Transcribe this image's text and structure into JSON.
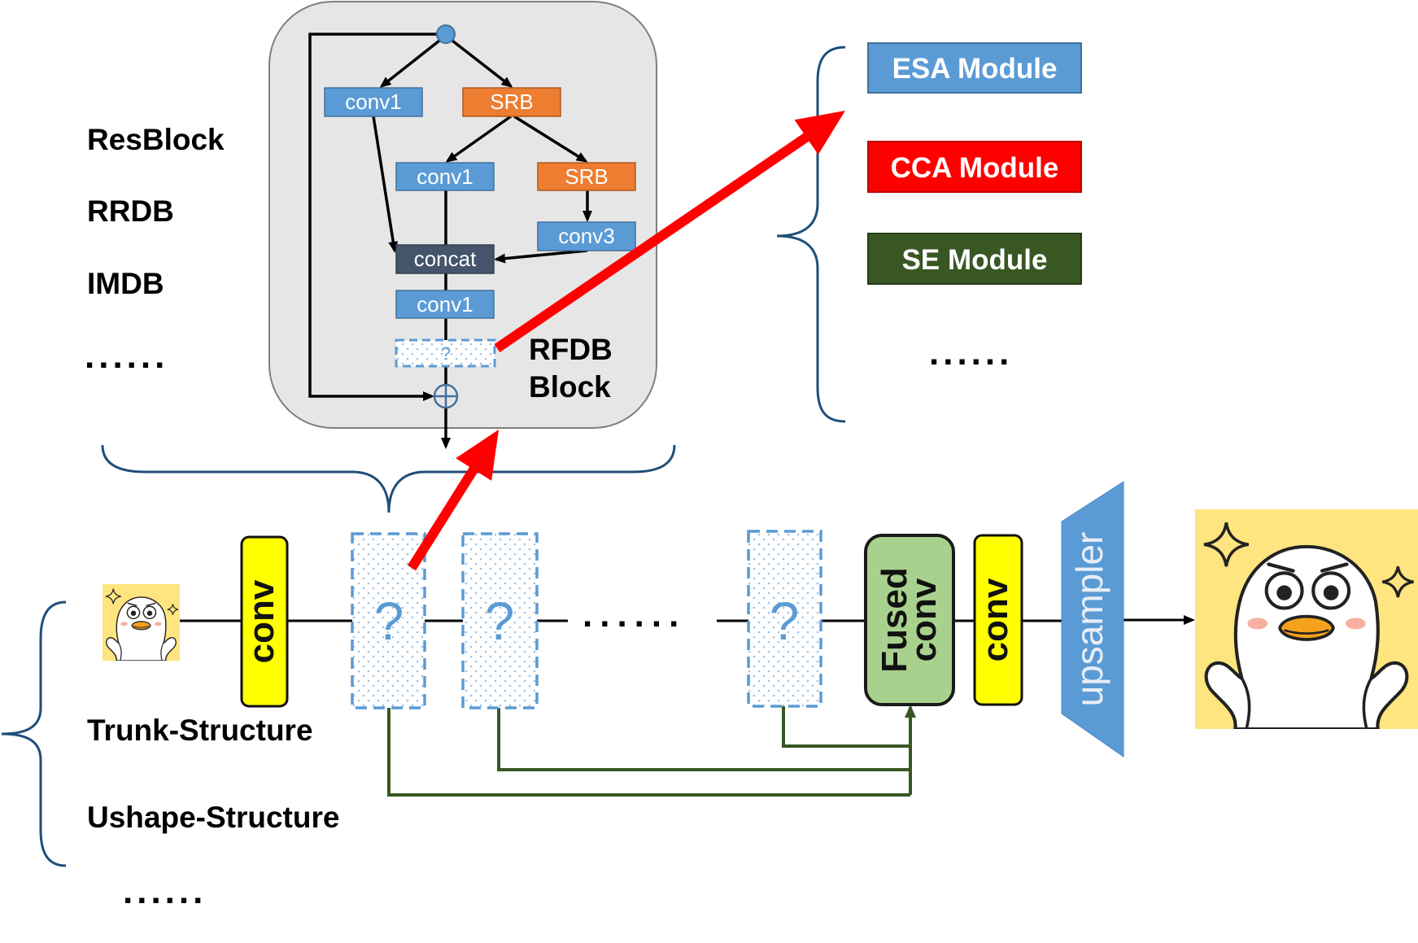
{
  "rfdb_block": {
    "title_line1": "RFDB",
    "title_line2": "Block",
    "nodes": {
      "conv1_top": "conv1",
      "srb_top": "SRB",
      "conv1_mid": "conv1",
      "srb_mid": "SRB",
      "conv3": "conv3",
      "concat": "concat",
      "conv1_bottom": "conv1",
      "attention_slot": "?"
    }
  },
  "block_options": [
    "ResBlock",
    "RRDB",
    "IMDB",
    "......"
  ],
  "attention_options": [
    "ESA Module",
    "CCA Module",
    "SE Module",
    "......"
  ],
  "trunk": {
    "conv_in": "conv",
    "block_slots": [
      "?",
      "?",
      "?"
    ],
    "ellipsis": "......",
    "fused_conv": [
      "Fused",
      "conv"
    ],
    "conv_out": "conv",
    "upsampler": "upsampler"
  },
  "structure_options": [
    "Trunk-Structure",
    "Ushape-Structure",
    "......"
  ],
  "colors": {
    "conv1_node": "#5b9bd5",
    "srb_node": "#ed7d31",
    "concat_node": "#44546a",
    "esa_module": "#5b9bd5",
    "cca_module": "#ff0000",
    "se_module": "#385723",
    "block_container": "#e7e6e6",
    "conv_layer": "#ffff00",
    "fused_conv": "#a9d18e",
    "upsampler": "#5b9bd5",
    "highlight_arrow": "#ff0000",
    "dense_connection": "#385723",
    "brace": "#1f4e79"
  },
  "icons": {
    "split_node": "circle-node",
    "sum_node": "plus-circle-icon",
    "input_image": "duck-illustration",
    "output_image": "duck-illustration"
  }
}
